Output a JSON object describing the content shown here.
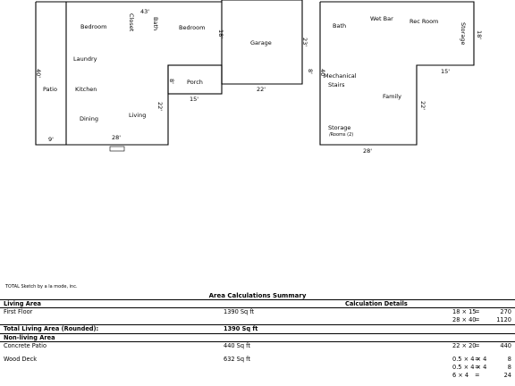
{
  "floor1": {
    "rooms": {
      "bedroom1": "Bedroom",
      "closet": "Closet",
      "bath": "Bath",
      "bedroom2": "Bedroom",
      "garage": "Garage",
      "laundry": "Laundry",
      "patio": "Patio",
      "kitchen": "Kitchen",
      "porch": "Porch",
      "dining": "Dining",
      "living": "Living"
    },
    "dims": {
      "top": "43'",
      "left": "40'",
      "bottom_left": "9'",
      "bottom": "28'",
      "garage_right": "23'",
      "garage_left": "18'",
      "porch_side": "8'",
      "porch_right": "8'",
      "porch_bottom": "15'",
      "living_right": "22'",
      "garage_bottom": "22'"
    }
  },
  "floor2": {
    "rooms": {
      "bath": "Bath",
      "wetbar": "Wet Bar",
      "recroom": "Rec Room",
      "storage_side": "Storage",
      "mechanical": "Mechanical",
      "stairs": "Stairs",
      "family": "Family",
      "storage": "Storage",
      "storage_note": "/Rooms (2)"
    },
    "dims": {
      "right": "18'",
      "step": "15'",
      "left": "40'",
      "inner": "22'",
      "bottom": "28'"
    }
  },
  "credit": "TOTAL Sketch by a la mode, inc.",
  "summary": {
    "title": "Area Calculations Summary",
    "living_header": "Living Area",
    "calc_header": "Calculation Details",
    "first_floor": {
      "name": "First Floor",
      "area": "1390 Sq ft"
    },
    "living_calcs": [
      {
        "expr": "18 × 15",
        "value": "270"
      },
      {
        "expr": "28 × 40",
        "value": "1120"
      }
    ],
    "total_living": {
      "name": "Total Living Area (Rounded):",
      "area": "1390 Sq ft"
    },
    "nonliving_header": "Non-living Area",
    "concrete_patio": {
      "name": "Concrete Patio",
      "area": "440 Sq ft",
      "expr": "22 × 20",
      "value": "440"
    },
    "wood_deck": {
      "name": "Wood Deck",
      "area": "632 Sq ft"
    },
    "deck_calcs": [
      {
        "expr": "0.5 × 4 × 4",
        "value": "8"
      },
      {
        "expr": "0.5 × 4 × 4",
        "value": "8"
      },
      {
        "expr": "6 × 4",
        "value": "24"
      }
    ]
  }
}
